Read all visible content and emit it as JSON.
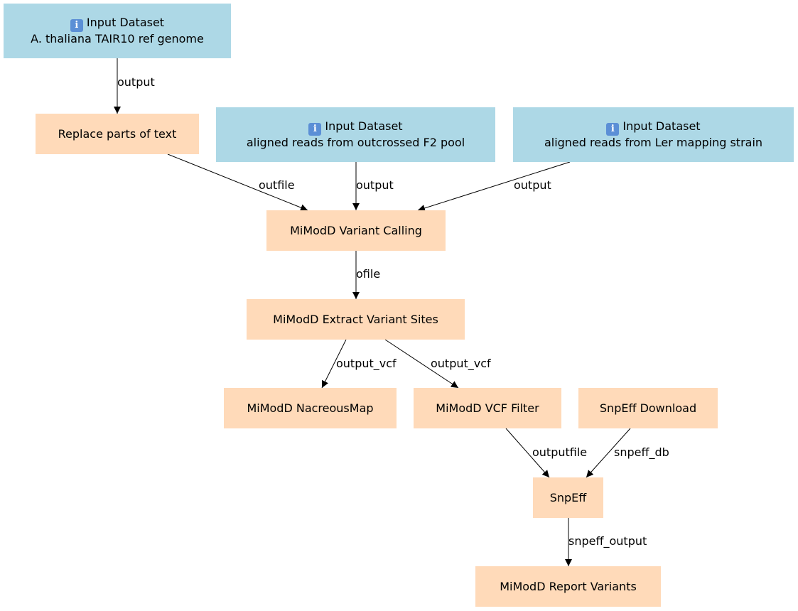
{
  "colors": {
    "input": "#add8e6",
    "tool": "#ffdab9",
    "edge": "#000000"
  },
  "nodes": [
    {
      "id": "n0",
      "kind": "input",
      "icon": "info-icon",
      "icon_char": "i",
      "title": "Input Dataset",
      "label": "A. thaliana TAIR10 ref genome"
    },
    {
      "id": "n1",
      "kind": "tool",
      "label": "Replace parts of text"
    },
    {
      "id": "n2",
      "kind": "input",
      "icon": "info-icon",
      "icon_char": "i",
      "title": "Input Dataset",
      "label": "aligned reads from outcrossed F2 pool"
    },
    {
      "id": "n3",
      "kind": "input",
      "icon": "info-icon",
      "icon_char": "i",
      "title": "Input Dataset",
      "label": "aligned reads from Ler mapping strain"
    },
    {
      "id": "n4",
      "kind": "tool",
      "label": "MiModD Variant Calling"
    },
    {
      "id": "n5",
      "kind": "tool",
      "label": "MiModD Extract Variant Sites"
    },
    {
      "id": "n6",
      "kind": "tool",
      "label": "MiModD NacreousMap"
    },
    {
      "id": "n7",
      "kind": "tool",
      "label": "MiModD VCF Filter"
    },
    {
      "id": "n8",
      "kind": "tool",
      "label": "SnpEff Download"
    },
    {
      "id": "n9",
      "kind": "tool",
      "label": "SnpEff"
    },
    {
      "id": "n10",
      "kind": "tool",
      "label": "MiModD Report Variants"
    }
  ],
  "edges": [
    {
      "from": "n0",
      "to": "n1",
      "label": "output"
    },
    {
      "from": "n1",
      "to": "n4",
      "label": "outfile"
    },
    {
      "from": "n2",
      "to": "n4",
      "label": "output"
    },
    {
      "from": "n3",
      "to": "n4",
      "label": "output"
    },
    {
      "from": "n4",
      "to": "n5",
      "label": "ofile"
    },
    {
      "from": "n5",
      "to": "n6",
      "label": "output_vcf"
    },
    {
      "from": "n5",
      "to": "n7",
      "label": "output_vcf"
    },
    {
      "from": "n7",
      "to": "n9",
      "label": "outputfile"
    },
    {
      "from": "n8",
      "to": "n9",
      "label": "snpeff_db"
    },
    {
      "from": "n9",
      "to": "n10",
      "label": "snpeff_output"
    }
  ]
}
